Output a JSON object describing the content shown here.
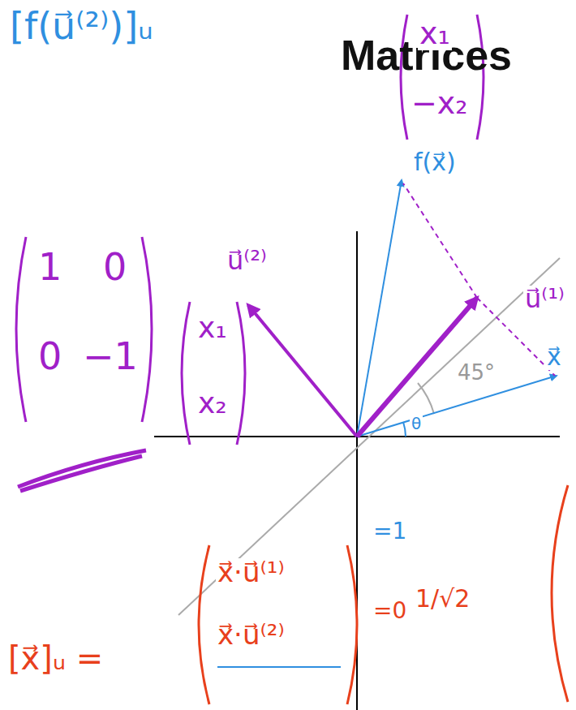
{
  "diagram": {
    "title": "Matrices",
    "labels": [
      "[f(u⃗⁽²⁾)]ᵤ",
      "x₁",
      "−x₂",
      "f(x⃗)",
      "u⃗⁽²⁾",
      "u⃗⁽¹⁾",
      "θ",
      "45°",
      "x⃗",
      "1",
      "0",
      "0",
      "−1",
      "x₁",
      "x₂",
      "[x⃗]ᵤ =",
      "x⃗·u⃗⁽¹⁾",
      "x⃗·u⃗⁽²⁾",
      "=1",
      "=0",
      "1/√2"
    ]
  }
}
